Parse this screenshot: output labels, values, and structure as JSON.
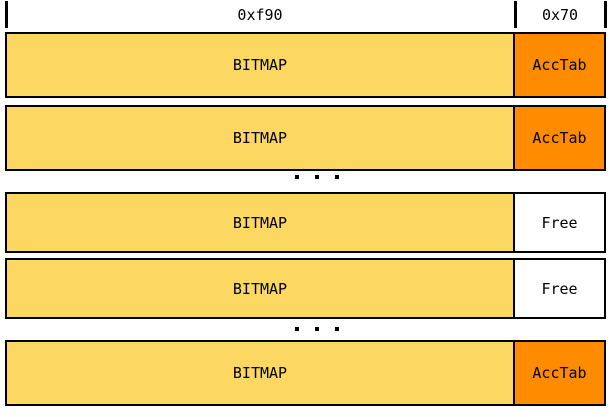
{
  "diagram": {
    "title": "memory-layout-bitmap-acctab",
    "ruler": {
      "segments": [
        {
          "label": "0xf90",
          "name": "bitmap-span"
        },
        {
          "label": "0x70",
          "name": "acctab-span"
        }
      ]
    },
    "rows": [
      {
        "index": 1,
        "bitmap_label": "BITMAP",
        "tail_label": "AccTab",
        "tail_kind": "acctab",
        "tail_color": "#ff8c00",
        "bitmap_color": "#fcd863"
      },
      {
        "index": 2,
        "bitmap_label": "BITMAP",
        "tail_label": "AccTab",
        "tail_kind": "acctab",
        "tail_color": "#ff8c00",
        "bitmap_color": "#fcd863"
      },
      {
        "index": 3,
        "bitmap_label": "BITMAP",
        "tail_label": "Free",
        "tail_kind": "free",
        "tail_color": "#ffffff",
        "bitmap_color": "#fcd863"
      },
      {
        "index": 4,
        "bitmap_label": "BITMAP",
        "tail_label": "Free",
        "tail_kind": "free",
        "tail_color": "#ffffff",
        "bitmap_color": "#fcd863"
      },
      {
        "index": 5,
        "bitmap_label": "BITMAP",
        "tail_label": "AccTab",
        "tail_kind": "acctab",
        "tail_color": "#ff8c00",
        "bitmap_color": "#fcd863"
      }
    ],
    "ellipses": [
      {
        "after_row": 2,
        "glyph": "..."
      },
      {
        "after_row": 4,
        "glyph": "..."
      }
    ],
    "colors": {
      "bitmap": "#fcd863",
      "acctab": "#ff8c00",
      "free": "#ffffff",
      "border": "#000000",
      "background": "#ffffff"
    }
  }
}
